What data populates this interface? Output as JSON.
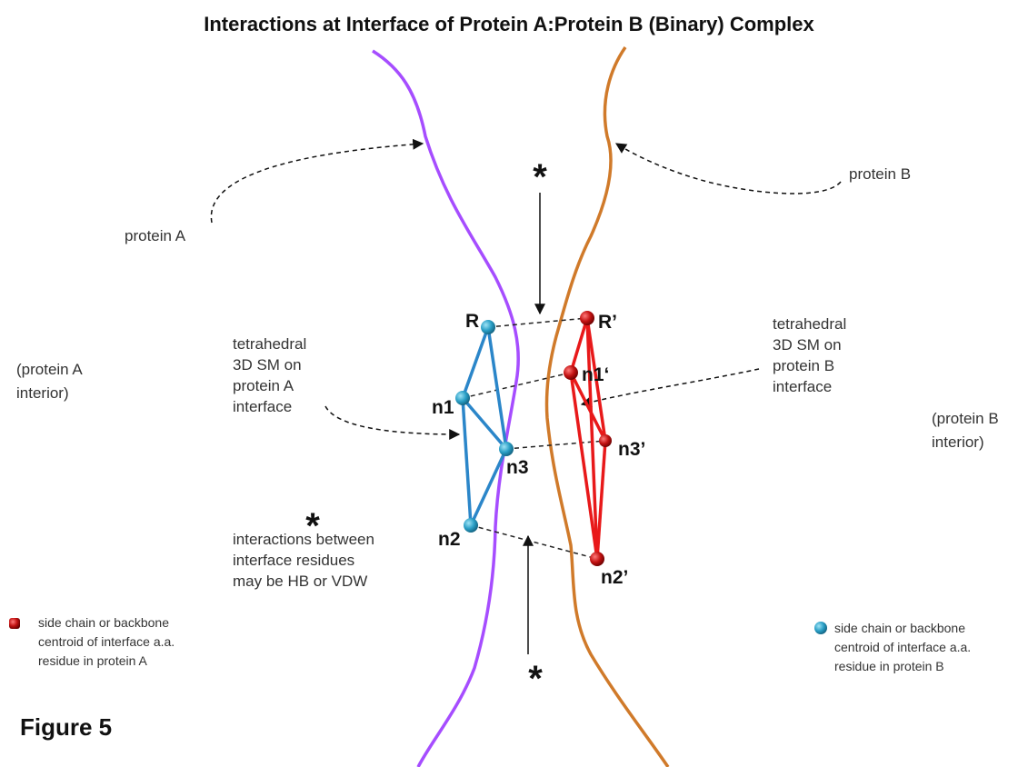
{
  "title": "Interactions at Interface of Protein A:Protein B (Binary) Complex",
  "figure_label": "Figure 5",
  "labels": {
    "protein_a": "protein A",
    "protein_b": "protein B",
    "protein_a_interior": [
      "(protein A",
      "interior)"
    ],
    "protein_b_interior": [
      "(protein B",
      "interior)"
    ],
    "tetra_a": [
      "tetrahedral",
      "3D SM on",
      "protein A",
      "interface"
    ],
    "tetra_b": [
      "tetrahedral",
      "3D SM on",
      "protein B",
      "interface"
    ],
    "interactions_note": [
      "interactions  between",
      "interface residues",
      "may be HB or VDW"
    ],
    "star": "*"
  },
  "nodes": {
    "a": {
      "R": "R",
      "n1": "n1",
      "n2": "n2",
      "n3": "n3"
    },
    "b": {
      "R": "R’",
      "n1": "n1‘",
      "n2": "n2’",
      "n3": "n3’"
    }
  },
  "legend": {
    "red": [
      "side chain or backbone",
      "centroid of interface a.a.",
      "residue in protein A"
    ],
    "blue": [
      "side chain or backbone",
      "centroid of interface a.a.",
      "residue in protein B"
    ]
  },
  "colors": {
    "protein_a_curve": "#a64dff",
    "protein_b_curve": "#d07a2a",
    "tetra_a": "#2b86c9",
    "tetra_b": "#e8191a",
    "node_blue": "#2a9fc6",
    "node_red": "#b01010"
  }
}
